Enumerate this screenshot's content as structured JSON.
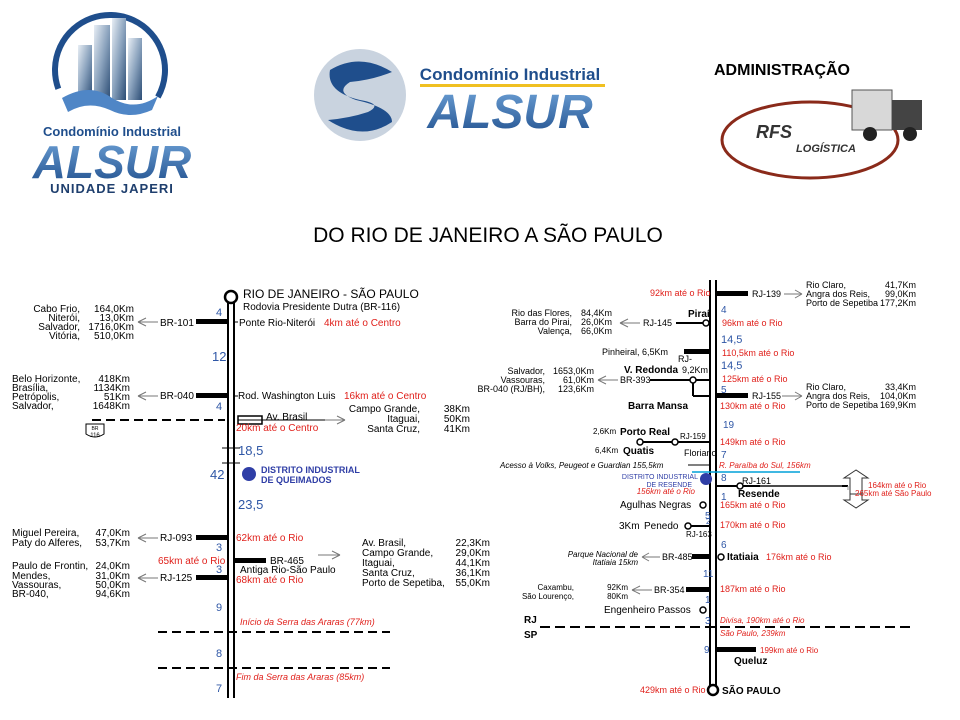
{
  "colors": {
    "blue": "#2f57a6",
    "red": "#e0201b",
    "black": "#000000",
    "gray": "#909090",
    "logo_blue": "#1f4e8c",
    "cyan": "#00a0d8"
  },
  "logos": {
    "japeri_line1": "Condomínio Industrial",
    "japeri_line2": "ALSUR",
    "japeri_line3": "UNIDADE JAPERI",
    "center_line1": "Condomínio Industrial",
    "center_line2": "ALSUR",
    "admin_label": "ADMINISTRAÇÃO",
    "rfs_line1": "RFS",
    "rfs_line2": "LOGÍSTICA"
  },
  "page_title": "DO RIO DE JANEIRO A SÃO PAULO",
  "left": {
    "title1": "RIO DE JANEIRO - SÃO PAULO",
    "title2": "Rodovia Presidente Dutra (BR-116)",
    "distances": [
      "4",
      "12",
      "4",
      "18,5",
      "42",
      "23,5",
      "3",
      "3",
      "9",
      "8",
      "7"
    ],
    "roads": [
      "BR-101",
      "BR-040",
      "RJ-093",
      "BR-465",
      "RJ-125"
    ],
    "junctions": [
      {
        "label": "Ponte Rio-Niterói",
        "note": "4km até o Centro"
      },
      {
        "label": "Rod. Washington Luis",
        "note": "16km até o Centro"
      },
      {
        "label": "Av. Brasil",
        "note": "20km até o Centro"
      }
    ],
    "br116_badge": "116",
    "br116_prefix": "BR",
    "distrito1": "DISTRITO INDUSTRIAL",
    "distrito2": "DE QUEIMADOS",
    "red_notes": [
      "62km até o Rio",
      "65km até o Rio",
      "68km até o Rio"
    ],
    "antiga_rio_sp": "Antiga Rio-São Paulo",
    "serra_inicio": "Início da Serra das Araras (77km)",
    "serra_fim": "Fim da Serra das Araras (85km)",
    "dest_br101": [
      [
        "Cabo Frio,",
        "164,0Km"
      ],
      [
        "Niterói,",
        "13,0Km"
      ],
      [
        "Salvador,",
        "1716,0Km"
      ],
      [
        "Vitória,",
        "510,0Km"
      ]
    ],
    "dest_br040": [
      [
        "Belo Horizonte,",
        "418Km"
      ],
      [
        "Brasília,",
        "1134Km"
      ],
      [
        "Petrópolis,",
        "51Km"
      ],
      [
        "Salvador,",
        "1648Km"
      ]
    ],
    "dest_avbrasil": [
      [
        "Campo Grande,",
        "38Km"
      ],
      [
        "Itaguai,",
        "50Km"
      ],
      [
        "Santa Cruz,",
        "41Km"
      ]
    ],
    "dest_rj093": [
      [
        "Miguel Pereira,",
        "47,0Km"
      ],
      [
        "Paty do Alferes,",
        "53,7Km"
      ]
    ],
    "dest_br465": [
      [
        "Av. Brasil,",
        "22,3Km"
      ],
      [
        "Campo Grande,",
        "29,0Km"
      ],
      [
        "Itaguai,",
        "44,1Km"
      ],
      [
        "Santa Cruz,",
        "36,1Km"
      ],
      [
        "Porto de Sepetiba,",
        "55,0Km"
      ]
    ],
    "dest_rj125": [
      [
        "Paulo de Frontin,",
        "24,0Km"
      ],
      [
        "Mendes,",
        "31,0Km"
      ],
      [
        "Vassouras,",
        "50,0Km"
      ],
      [
        "BR-040,",
        "94,6Km"
      ]
    ]
  },
  "right": {
    "distances": [
      "4",
      "14,5",
      "14,5",
      "5",
      "19",
      "7",
      "8",
      "1",
      "5",
      "2",
      "6",
      "11",
      "1",
      "3",
      "9"
    ],
    "roads": [
      "RJ-139",
      "RJ-145",
      "RJ-",
      "BR-393",
      "RJ-155",
      "RJ-159",
      "RJ-161",
      "RJ-163",
      "BR-485",
      "BR-354"
    ],
    "cities": [
      "Piraí",
      "Pinheiral, 6,5Km",
      "V. Redonda",
      "9,2Km",
      "Barra Mansa",
      "2,6Km",
      "Porto Real",
      "6,4Km",
      "Quatis",
      "Floriano",
      "Resende",
      "Agulhas Negras",
      "3Km",
      "Penedo",
      "Itatiaia",
      "Engenheiro Passos",
      "Queluz",
      "SÃO PAULO"
    ],
    "red_notes": [
      "92km até o Rio",
      "96km até o Rio",
      "110,5km até o Rio",
      "125km até o Rio",
      "130km até o Rio",
      "149km até o Rio",
      "R. Paraíba do Sul, 156km",
      "156km até o Rio",
      "165km até o Rio",
      "170km até o Rio",
      "176km até o Rio",
      "187km até o Rio",
      "Divisa, 190km até o Rio",
      "São Paulo, 239km",
      "199km até o Rio",
      "429km até o Rio",
      "164km até o Rio",
      "265km até São Paulo"
    ],
    "acesso": "Acesso à Volks, Peugeot e Guardian 155,5km",
    "distrito_resende1": "DISTRITO INDUSTRIAL",
    "distrito_resende2": "DE RESENDE",
    "parque1": "Parque Nacional de",
    "parque2": "Itatiaia 15km",
    "rj_label": "RJ",
    "sp_label": "SP",
    "dest_rj139": [
      [
        "Rio Claro,",
        "41,7Km"
      ],
      [
        "Angra dos Reis,",
        "99,0Km"
      ],
      [
        "Porto de Sepetiba",
        "177,2Km"
      ]
    ],
    "dest_rj145": [
      [
        "Rio das Flores,",
        "84,4Km"
      ],
      [
        "Barra do Pirai,",
        "26,0Km"
      ],
      [
        "Valença,",
        "66,0Km"
      ]
    ],
    "dest_br393": [
      [
        "Salvador,",
        "1653,0Km"
      ],
      [
        "Vassouras,",
        "61,0Km"
      ],
      [
        "BR-040 (RJ/BH),",
        "123,6Km"
      ]
    ],
    "dest_rj155": [
      [
        "Rio Claro,",
        "33,4Km"
      ],
      [
        "Angra dos Reis,",
        "104,0Km"
      ],
      [
        "Porto de Sepetiba",
        "169,9Km"
      ]
    ],
    "dest_br354": [
      [
        "Caxambu,",
        "92Km"
      ],
      [
        "São Lourenço,",
        "80Km"
      ]
    ]
  }
}
